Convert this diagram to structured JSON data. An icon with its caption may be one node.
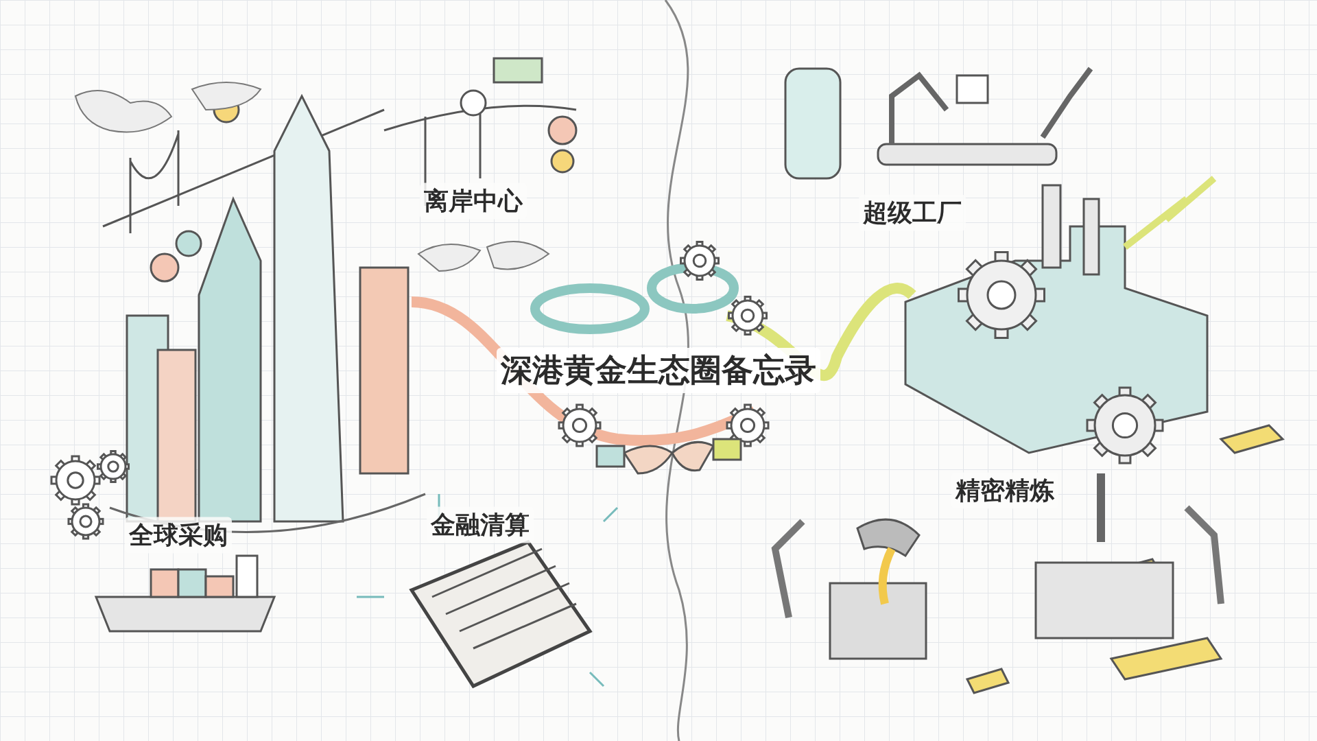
{
  "diagram": {
    "labels": [
      "离岸中心",
      "超级工厂",
      "深港黄金生态圈备忘录",
      "全球采购",
      "金融清算",
      "精密精炼"
    ]
  }
}
